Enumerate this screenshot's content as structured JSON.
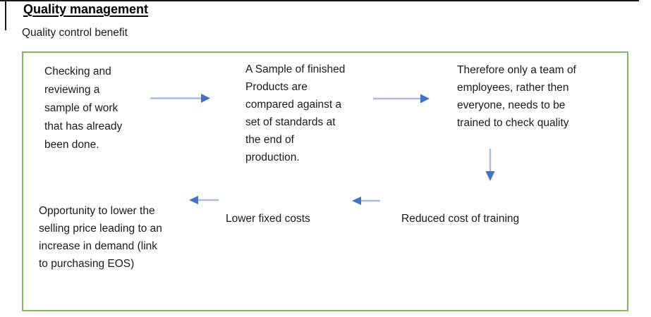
{
  "page": {
    "title": "Quality management",
    "subtitle": "Quality control benefit"
  },
  "colors": {
    "box_border_green": "#84B862",
    "arrow_head_blue": "#4472C4",
    "arrow_shaft_blue": "#A7BBE3",
    "text": "#1A1A1A"
  },
  "diagram": {
    "steps": {
      "check_sample": {
        "lines": [
          "Checking and",
          "reviewing a",
          "sample of work",
          "that has already",
          "been done."
        ]
      },
      "compare_standards": {
        "lines": [
          "A Sample of finished",
          "Products are",
          "compared against a",
          "set of standards at",
          "the end of",
          "production."
        ]
      },
      "team_trained": {
        "lines": [
          "Therefore only a team of",
          "employees, rather then",
          "everyone, needs to be",
          "trained to check quality"
        ]
      },
      "lower_price_opportunity": {
        "lines": [
          "Opportunity to lower the",
          "selling price leading to an",
          "increase in demand (link",
          "to purchasing EOS)"
        ]
      },
      "lower_fixed_costs": {
        "label": "Lower fixed costs"
      },
      "reduced_training_cost": {
        "label": "Reduced cost of training"
      }
    },
    "arrows": [
      {
        "name": "arrow-check-to-compare",
        "direction": "right"
      },
      {
        "name": "arrow-compare-to-team",
        "direction": "right"
      },
      {
        "name": "arrow-team-to-reduced",
        "direction": "down"
      },
      {
        "name": "arrow-fixed-to-opportunity",
        "direction": "left"
      },
      {
        "name": "arrow-reduced-to-fixed",
        "direction": "left"
      }
    ]
  }
}
